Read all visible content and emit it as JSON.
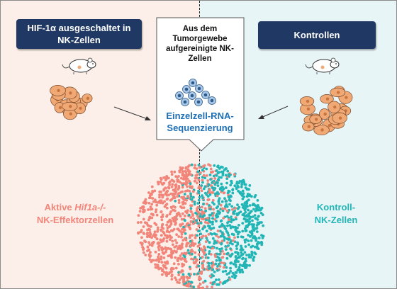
{
  "colors": {
    "left_bg": "#fcefe9",
    "right_bg": "#e8f5f7",
    "header_bg": "#1f3864",
    "salmon": "#f2857a",
    "teal": "#22b5b5",
    "text_blue": "#1f6fb5",
    "cell_orange": "#f0a875",
    "cell_blue": "#a9c8e8"
  },
  "header_left": {
    "line1": "HIF-1α ausgeschaltet in",
    "line2": "NK-Zellen"
  },
  "header_right": {
    "text": "Kontrollen"
  },
  "callout": {
    "title_lines": [
      "Aus dem",
      "Tumorgewebe",
      "aufgereinigte NK-",
      "Zellen"
    ],
    "subtitle_lines": [
      "Einzelzell-RNA-",
      "Sequenzierung"
    ]
  },
  "label_left": {
    "prefix": "Aktive ",
    "italic": "Hif1a-/-",
    "line2": "NK-Effektorzellen"
  },
  "label_right": {
    "line1": "Kontroll-",
    "line2": "NK-Zellen"
  },
  "icons": [
    "mouse-icon",
    "tumor-icon",
    "nk-cell-icon",
    "arrow-icon"
  ]
}
